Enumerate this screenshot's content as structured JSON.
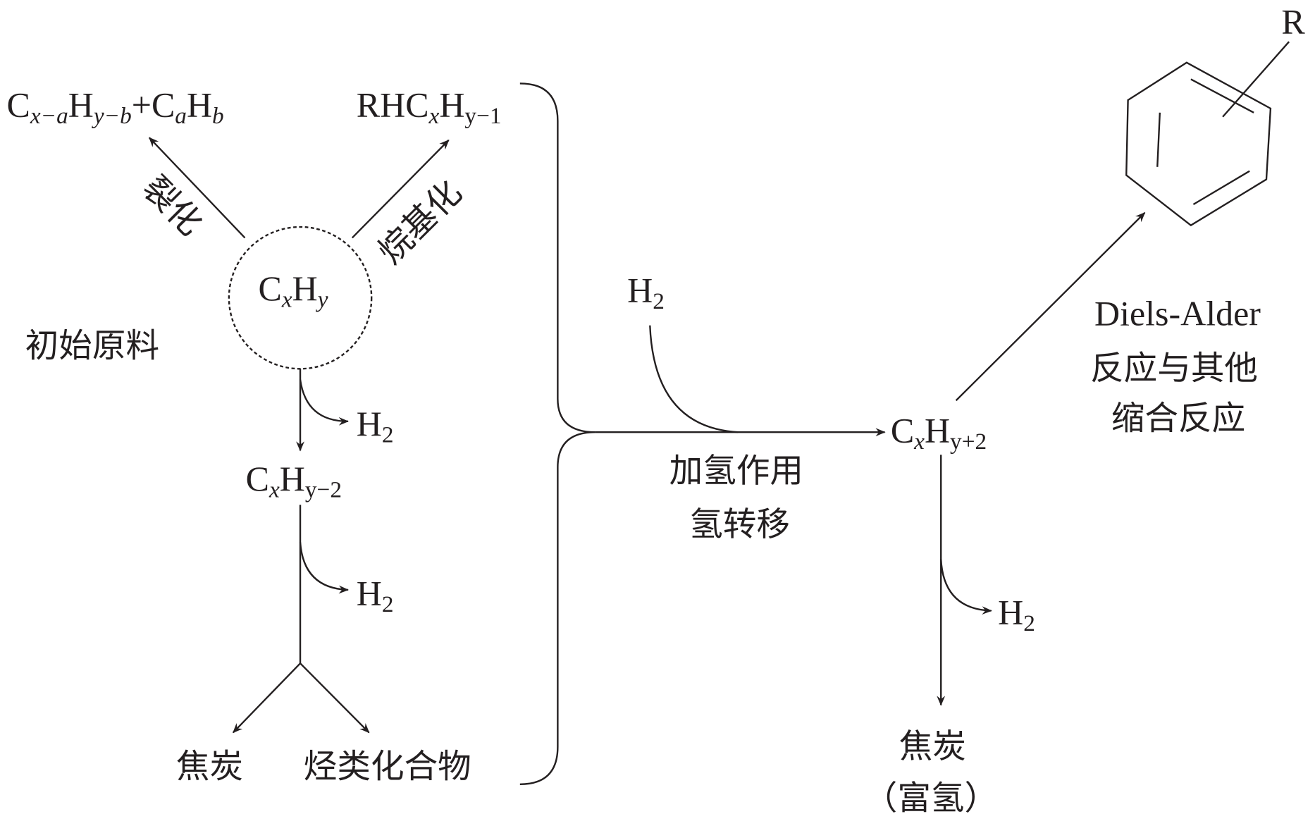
{
  "formulas": {
    "cracking_product": {
      "c": "C",
      "c_sub": "x−a",
      "h": "H",
      "h_sub": "y−b",
      "plus": "+C",
      "a_sub": "a",
      "h2": "H",
      "b_sub": "b"
    },
    "alkylation_product": {
      "main": "RHC",
      "x_sub": "x",
      "h": "H",
      "sub": "y−1"
    },
    "feed": {
      "c": "C",
      "x_sub": "x",
      "h": "H",
      "y_sub": "y"
    },
    "dehydro": {
      "c": "C",
      "x_sub": "x",
      "h": "H",
      "sub": "y−2"
    },
    "hydro": {
      "c": "C",
      "x_sub": "x",
      "h": "H",
      "sub": "y+2"
    },
    "h2": {
      "h": "H",
      "sub": "2"
    },
    "r_group": "R"
  },
  "labels": {
    "feed": "初始原料",
    "cracking": "裂化",
    "alkylation": "烷基化",
    "coke": "焦炭",
    "hydrocarbons": "烃类化合物",
    "hydrogenation": "加氢作用",
    "hydrogen_transfer": "氢转移",
    "diels_alder": "Diels-Alder",
    "reaction_other": "反应与其他",
    "condensation": "缩合反应",
    "coke_rich": "焦炭",
    "rich_hydrogen": "（富氢）"
  }
}
